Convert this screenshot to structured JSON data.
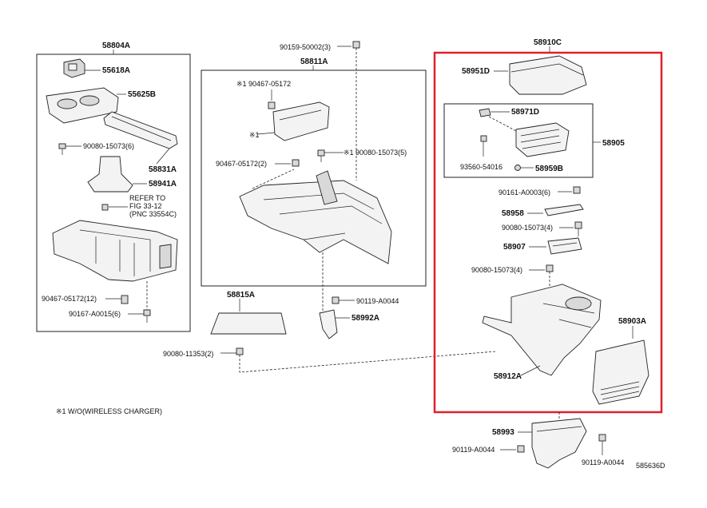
{
  "labels": {
    "g58804A": "58804A",
    "g55618A": "55618A",
    "g55625B": "55625B",
    "g90080_15073_6": "90080-15073(6)",
    "g58831A": "58831A",
    "g58941A": "58941A",
    "refer1": "REFER TO",
    "refer2": "FIG 33-12",
    "refer3": "(PNC 33554C)",
    "g90467_05172_12": "90467-05172(12)",
    "g90167_A0015_6": "90167-A0015(6)",
    "g90159_50002_3": "90159-50002(3)",
    "g58811A": "58811A",
    "g90467_05172_star": "※1 90467-05172",
    "star1": "※1",
    "g90080_15073_5": "※1 90080-15073(5)",
    "g90467_05172_2": "90467-05172(2)",
    "g58815A": "58815A",
    "g90119_A0044_mid": "90119-A0044",
    "g58992A": "58992A",
    "g90080_11353_2": "90080-11353(2)",
    "note": "※1 W/O(WIRELESS CHARGER)",
    "g58910C": "58910C",
    "g58951D": "58951D",
    "g58971D": "58971D",
    "g58905": "58905",
    "g93560_54016": "93560-54016",
    "g58959B": "58959B",
    "g90161_A0003_6": "90161-A0003(6)",
    "g58958": "58958",
    "g90080_15073_4": "90080-15073(4)",
    "g58907": "58907",
    "g90080_15073_4b": "90080-15073(4)",
    "g58903A": "58903A",
    "g58912A": "58912A",
    "g58993": "58993",
    "g90119_A0044_l": "90119-A0044",
    "g90119_A0044_r": "90119-A0044",
    "drawing_no": "585636D"
  },
  "colors": {
    "highlight": "#e0202a",
    "line": "#222222"
  }
}
